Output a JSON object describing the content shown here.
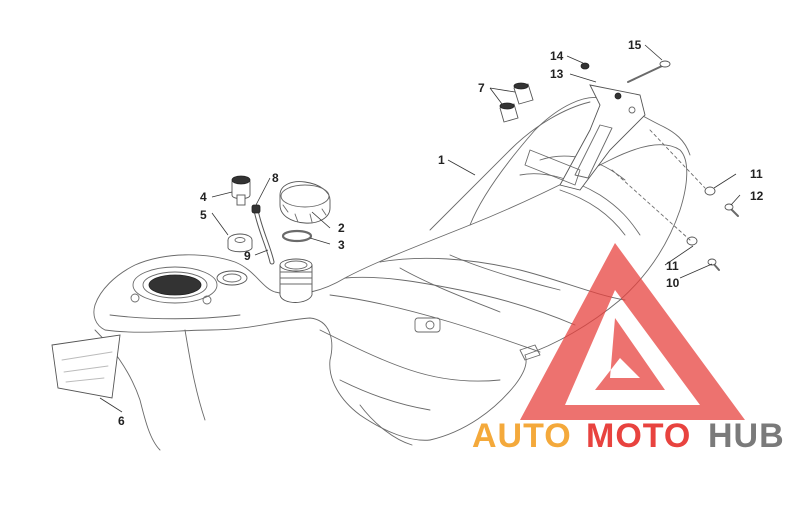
{
  "diagram": {
    "callouts": [
      "1",
      "2",
      "3",
      "4",
      "5",
      "6",
      "7",
      "8",
      "9",
      "10",
      "11",
      "11",
      "12",
      "13",
      "14",
      "15"
    ]
  },
  "watermark": {
    "text_part1": "AUTO",
    "text_part2": "MOTO",
    "text_part3": "HUB",
    "color_orange": "#f4a93b",
    "color_red": "#e8433f",
    "color_gray": "#7a7a7a"
  }
}
